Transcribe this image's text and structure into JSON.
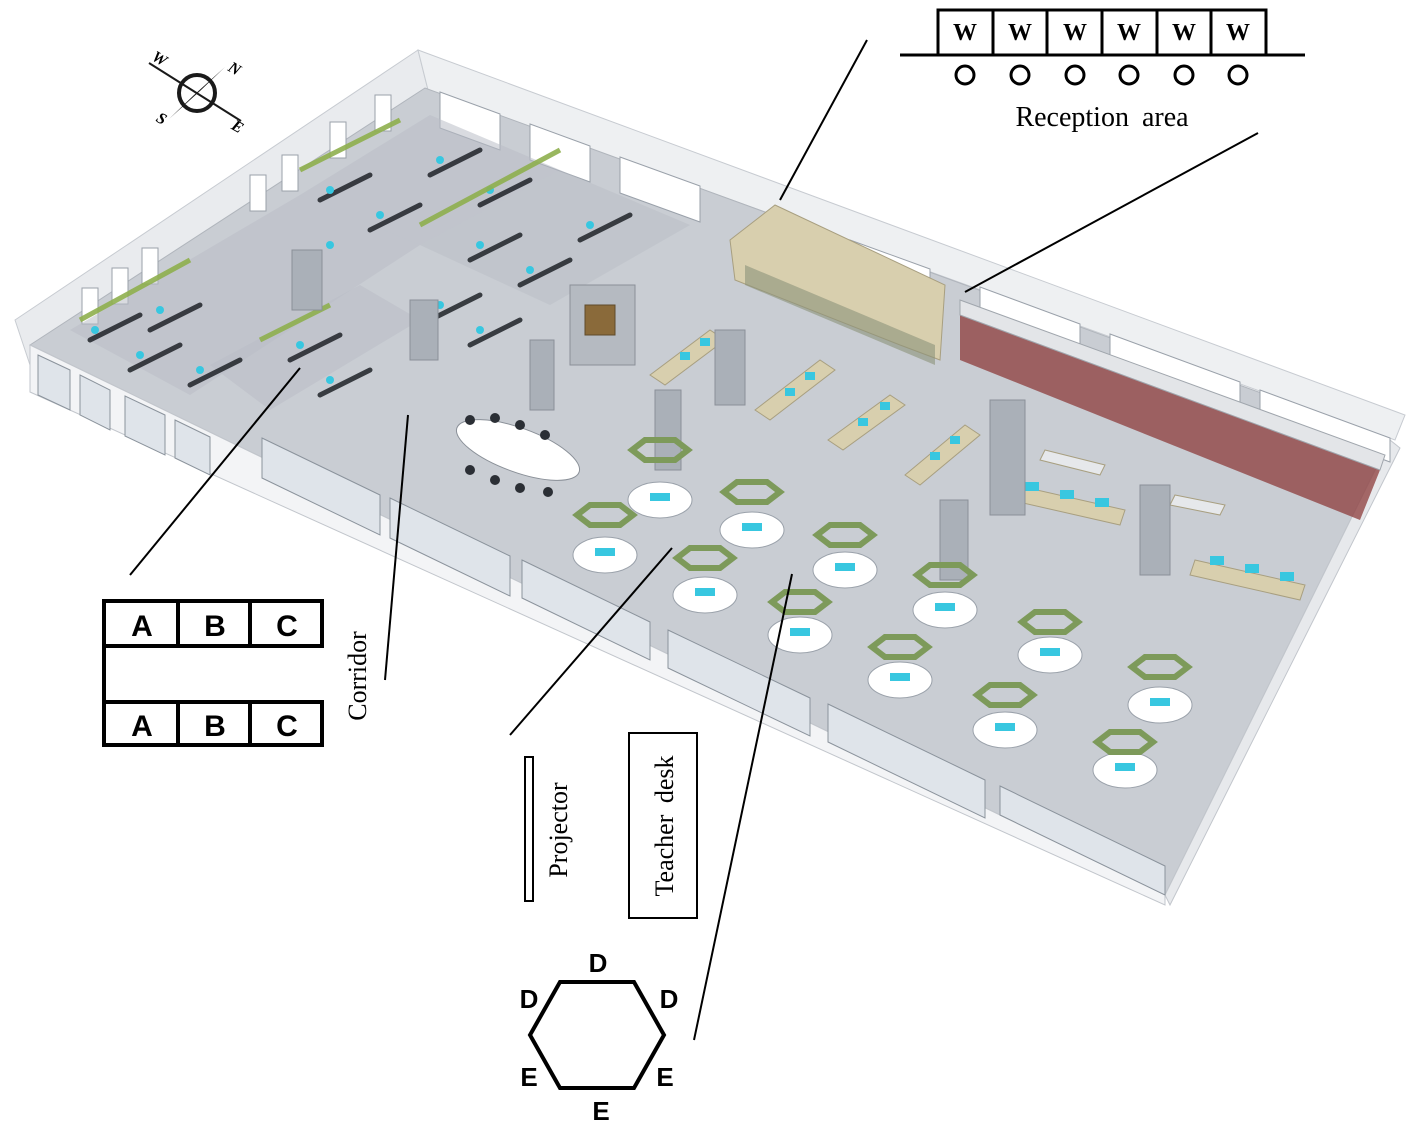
{
  "compass": {
    "north": "N",
    "south": "S",
    "east": "E",
    "west": "W"
  },
  "reception": {
    "label": "Reception area",
    "windows": [
      "W",
      "W",
      "W",
      "W",
      "W",
      "W"
    ]
  },
  "cubicles": {
    "top_row": [
      "A",
      "B",
      "C"
    ],
    "bottom_row": [
      "A",
      "B",
      "C"
    ],
    "corridor_label": "Corridor"
  },
  "classroom": {
    "projector_label": "Projector",
    "teacher_desk_label": "Teacher desk",
    "hex_seats": [
      "D",
      "D",
      "D",
      "E",
      "E",
      "E"
    ]
  },
  "colors": {
    "floor": "#c9cdd3",
    "wall": "#f2f3f5",
    "hex_green": "#7d9a5a",
    "monitor_cyan": "#38c7e0",
    "desk_wood": "#d8cfae",
    "partition": "#b9bec6",
    "locker_red": "#8c3b3b"
  }
}
